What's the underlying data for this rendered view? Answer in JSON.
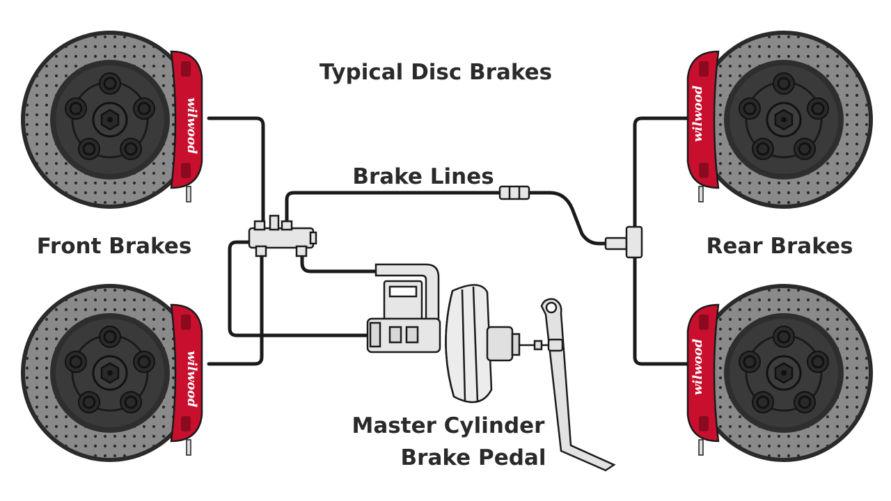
{
  "diagram": {
    "title": "Typical Disc Brakes",
    "labels": {
      "brake_lines": "Brake Lines",
      "front_brakes": "Front Brakes",
      "rear_brakes": "Rear Brakes",
      "master_cylinder": "Master Cylinder",
      "brake_pedal": "Brake Pedal"
    },
    "caliper_brand": "wilwood",
    "colors": {
      "caliper": "#c8102e",
      "rotor": "#6e6e6e",
      "hub": "#2e2e2e",
      "line": "#1a1a1a",
      "component": "#e8e8e8"
    },
    "icons": [
      "brake-disc-icon",
      "caliper-icon",
      "master-cylinder-icon",
      "brake-booster-icon",
      "brake-pedal-icon",
      "proportioning-valve-icon"
    ]
  }
}
